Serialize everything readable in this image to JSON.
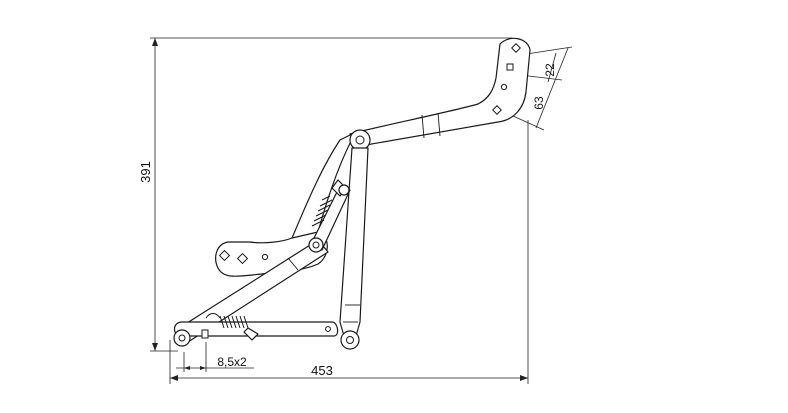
{
  "dimensions": {
    "height": "391",
    "width": "453",
    "pitch_top": "22",
    "pitch_bottom": "63",
    "hole_spec": "8,5x2"
  },
  "colors": {
    "line": "#1a1a1a",
    "background": "#ffffff"
  }
}
